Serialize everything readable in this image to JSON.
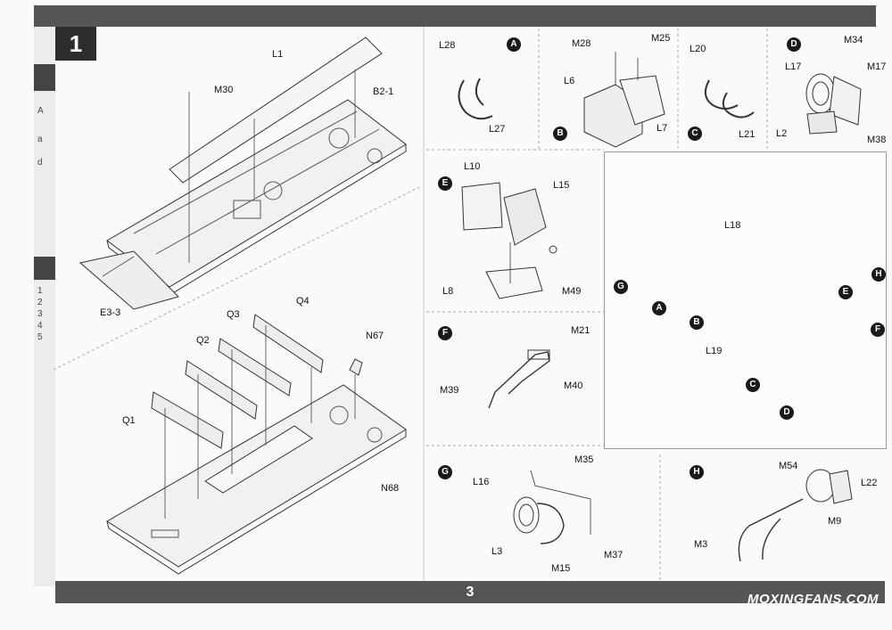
{
  "page_number": "3",
  "step": "1",
  "watermark": "MOXINGFANS.COM",
  "left_strip": {
    "letters": [
      "A",
      "a",
      "d"
    ],
    "numbers": [
      "1",
      "2",
      "3",
      "4",
      "5"
    ]
  },
  "step1_labels": {
    "l1": "L1",
    "m30": "M30",
    "b2_1": "B2-1",
    "e3_3": "E3-3",
    "q1": "Q1",
    "q2": "Q2",
    "q3": "Q3",
    "q4": "Q4",
    "n67": "N67",
    "n68": "N68"
  },
  "sub_a": {
    "badge": "A",
    "l28": "L28",
    "l27": "L27"
  },
  "sub_b": {
    "badge": "B",
    "m28": "M28",
    "m25": "M25",
    "l6": "L6",
    "l7": "L7"
  },
  "sub_c": {
    "badge": "C",
    "l20": "L20",
    "l21": "L21"
  },
  "sub_d": {
    "badge": "D",
    "m34": "M34",
    "l17": "L17",
    "m17": "M17",
    "l2": "L2",
    "m38": "M38"
  },
  "sub_e": {
    "badge": "E",
    "l10": "L10",
    "l15": "L15",
    "l8": "L8",
    "m49": "M49"
  },
  "sub_f": {
    "badge": "F",
    "m21": "M21",
    "m39": "M39",
    "m40": "M40"
  },
  "sub_g": {
    "badge": "G",
    "m35": "M35",
    "l16": "L16",
    "l3": "L3",
    "m15": "M15",
    "m37": "M37"
  },
  "sub_h": {
    "badge": "H",
    "m54": "M54",
    "l22": "L22",
    "m9": "M9",
    "m3": "M3"
  },
  "assembly": {
    "l18": "L18",
    "l19": "L19",
    "g": "G",
    "a": "A",
    "b": "B",
    "e": "E",
    "h": "H",
    "c": "C",
    "d": "D",
    "f": "F"
  }
}
